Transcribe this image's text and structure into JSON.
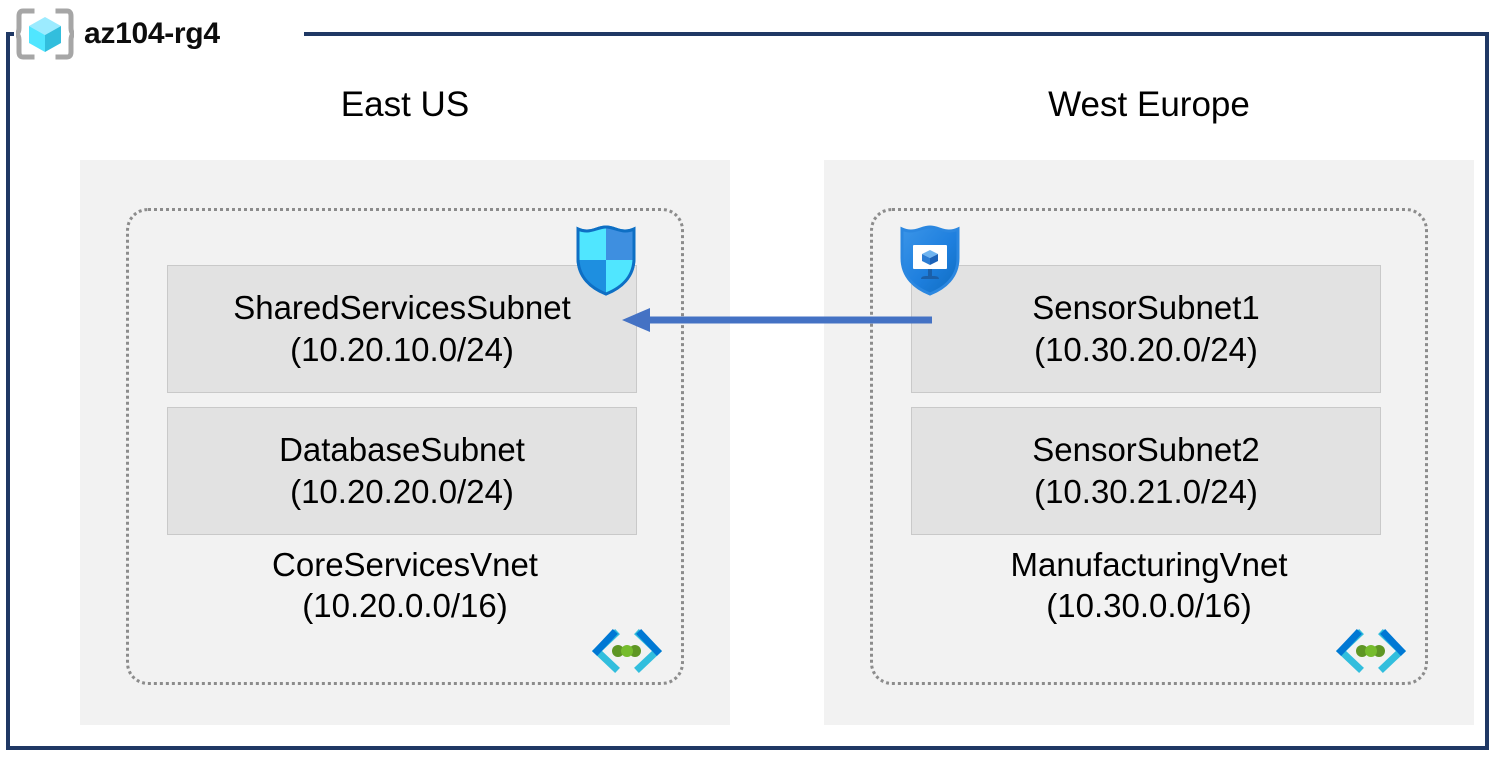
{
  "resource_group": {
    "name": "az104-rg4",
    "icon": "resource-group-cube-icon"
  },
  "colors": {
    "frame_border": "#1F3864",
    "region_fill": "#F2F2F2",
    "subnet_fill": "#E2E2E2",
    "subnet_border": "#C9C9C9",
    "vnet_dotted_border": "#8C8C8C",
    "arrow": "#4472C4",
    "azure_blue": "#0078D4",
    "cube_cyan": "#50E6FF",
    "vnet_icon_green": "#5E9624"
  },
  "regions": [
    {
      "id": "east-us",
      "label": "East US",
      "vnet": {
        "name": "CoreServicesVnet",
        "cidr": "(10.20.0.0/16)",
        "icon": "virtual-network-icon",
        "subnets": [
          {
            "name": "SharedServicesSubnet",
            "cidr": "(10.20.10.0/24)",
            "attached_icon": "network-security-group-shield-icon"
          },
          {
            "name": "DatabaseSubnet",
            "cidr": "(10.20.20.0/24)",
            "attached_icon": null
          }
        ]
      }
    },
    {
      "id": "west-europe",
      "label": "West Europe",
      "vnet": {
        "name": "ManufacturingVnet",
        "cidr": "(10.30.0.0/16)",
        "icon": "virtual-network-icon",
        "subnets": [
          {
            "name": "SensorSubnet1",
            "cidr": "(10.30.20.0/24)",
            "attached_icon": "network-security-group-vm-shield-icon"
          },
          {
            "name": "SensorSubnet2",
            "cidr": "(10.30.21.0/24)",
            "attached_icon": null
          }
        ]
      }
    }
  ],
  "connection": {
    "name": "vnet-peering-arrow",
    "from": "SensorSubnet1",
    "to": "SharedServicesSubnet",
    "direction": "right-to-left",
    "label": ""
  }
}
